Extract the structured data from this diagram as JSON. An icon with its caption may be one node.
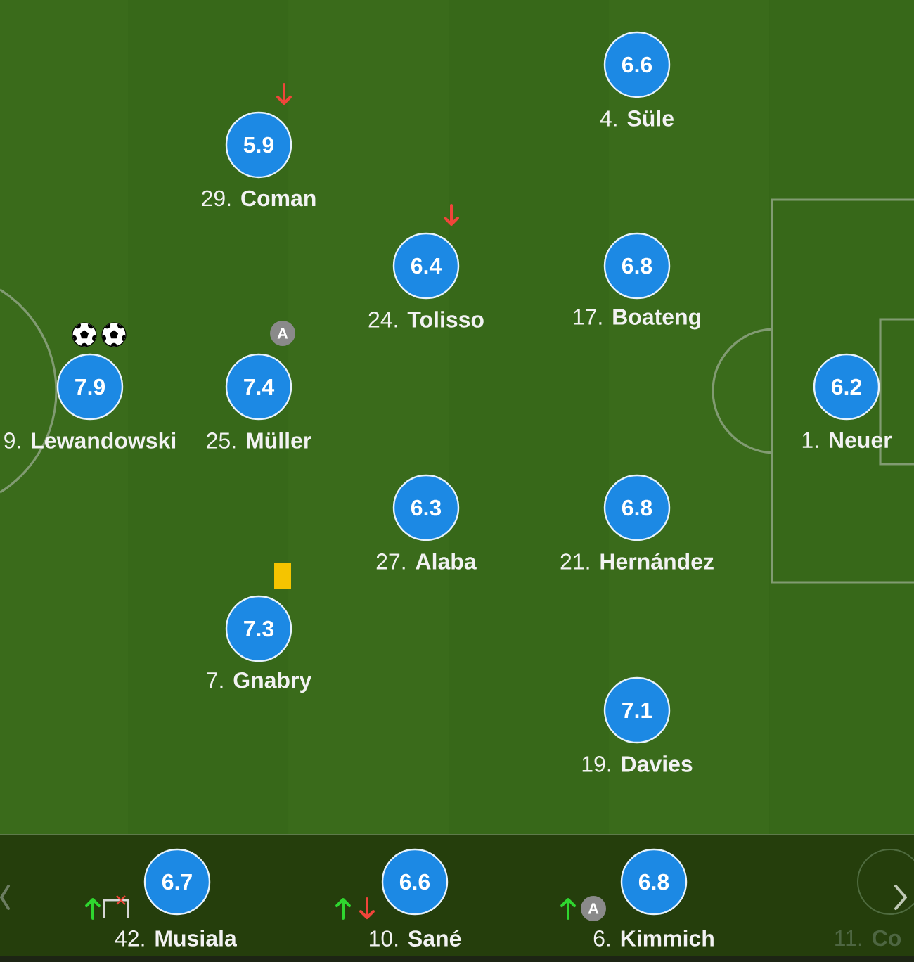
{
  "diagram": {
    "nodes": [
      {
        "text": [
          "6.6"
        ],
        "beside": [
          "4. **Süle**"
        ]
      },
      {
        "text": [
          "5.9"
        ],
        "beside": [
          "29. **Coman**"
        ]
      },
      {
        "text": [
          "6.4"
        ],
        "beside": [
          "24. **Tolisso**"
        ]
      },
      {
        "text": [
          "6.8"
        ],
        "beside": [
          "17. **Boateng**"
        ]
      },
      {
        "text": [
          "A"
        ]
      },
      {
        "text": [
          "7.9"
        ],
        "beside": [
          "9. **Lewandowski**"
        ]
      },
      {
        "text": [
          "7.4"
        ],
        "beside": [
          "25. **Müller**"
        ]
      },
      {
        "text": [
          "6.2"
        ],
        "beside": [
          "1. **Neuer**"
        ]
      },
      {
        "text": [
          "6.3"
        ],
        "beside": [
          "27. **Alaba**"
        ]
      },
      {
        "text": [
          "6.8"
        ],
        "beside": [
          "21. **Hernández**"
        ]
      },
      {
        "text": [
          "7.3"
        ],
        "beside": [
          "7. **Gnabry**"
        ]
      },
      {
        "text": [
          "7.1"
        ],
        "beside": [
          "19. **Davies**"
        ]
      },
      {
        "text": [
          "6.7"
        ],
        "beside": [
          "42. **Musiala**"
        ]
      },
      {
        "text": [
          "6.6"
        ],
        "beside": [
          "10. **Sané**"
        ]
      },
      {
        "text": [
          "A"
        ]
      },
      {
        "text": [
          "6.8"
        ],
        "beside": [
          "6. **Kimmich**"
        ]
      },
      {
        "text": [],
        "shape": "circle",
        "beside": [
          "11. **Co**"
        ]
      }
    ]
  }
}
